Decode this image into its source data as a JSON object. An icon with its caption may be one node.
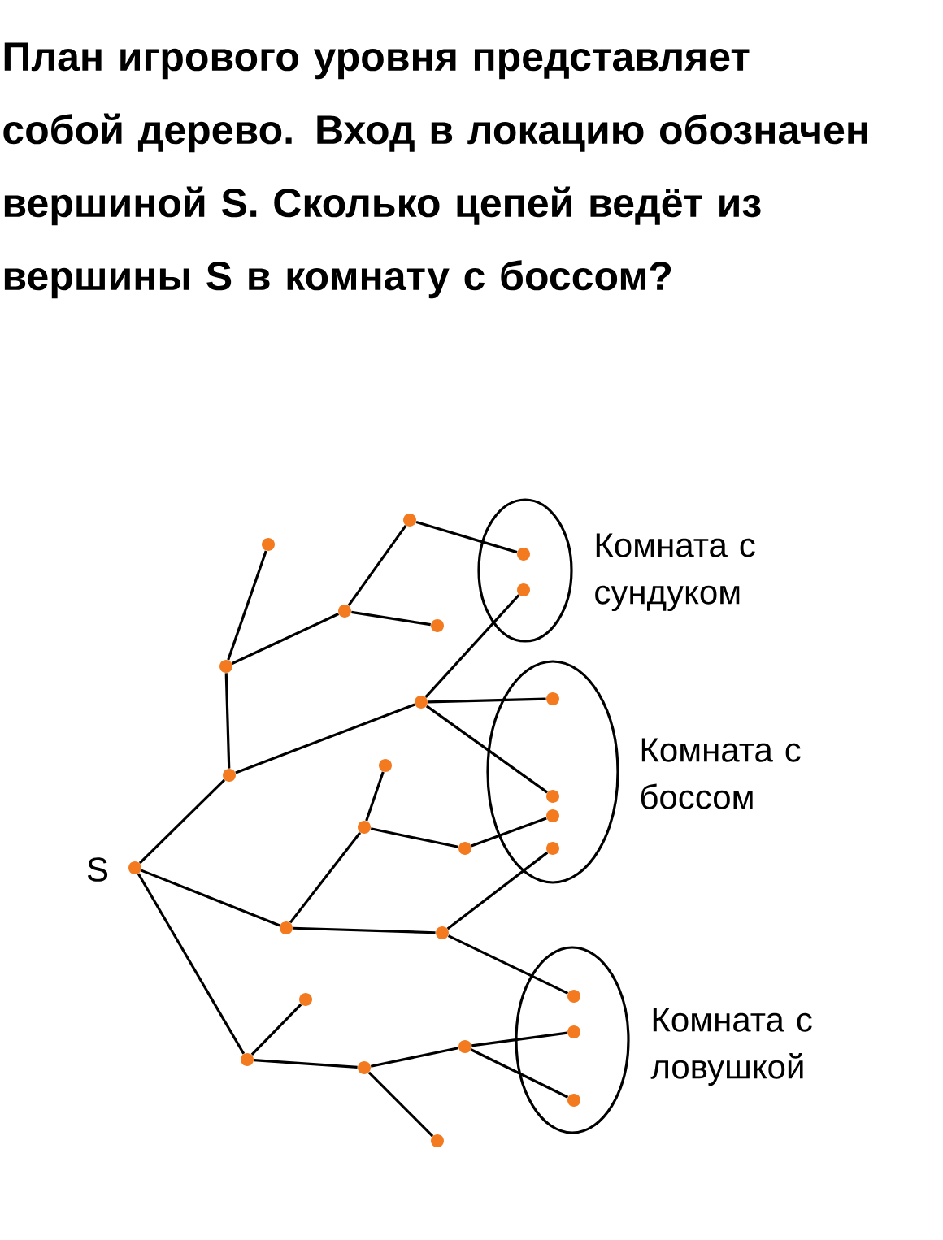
{
  "diagram": {
    "title": "План игрового уровня представляет собой дерево. Вход в локацию обозначен вершиной S. Сколько цепей ведёт из вершины S в комнату с боссом?",
    "nodes": [
      {
        "text": [],
        "shape": "dot",
        "beside": [
          "S"
        ]
      },
      {
        "text": [],
        "shape": "dot"
      },
      {
        "text": [],
        "shape": "dot"
      },
      {
        "text": [],
        "shape": "dot"
      },
      {
        "text": [],
        "shape": "dot"
      },
      {
        "text": [],
        "shape": "dot"
      },
      {
        "text": [],
        "shape": "dot"
      },
      {
        "text": [],
        "shape": "dot"
      },
      {
        "text": [],
        "shape": "dot"
      },
      {
        "text": [],
        "shape": "dot"
      },
      {
        "text": [],
        "shape": "dot"
      },
      {
        "text": [],
        "shape": "dot"
      },
      {
        "text": [],
        "shape": "dot"
      },
      {
        "text": [],
        "shape": "dot"
      },
      {
        "text": [],
        "shape": "dot"
      },
      {
        "text": [],
        "shape": "dot"
      },
      {
        "text": [],
        "shape": "dot"
      },
      {
        "text": [],
        "shape": "dot"
      },
      {
        "text": [],
        "shape": "ellipse",
        "beside": [
          "Комната с сундуком"
        ]
      },
      {
        "text": [],
        "shape": "dot",
        "in": 18
      },
      {
        "text": [],
        "shape": "dot",
        "in": 18
      },
      {
        "text": [],
        "shape": "ellipse",
        "beside": [
          "Комната с боссом"
        ]
      },
      {
        "text": [],
        "shape": "dot",
        "in": 21
      },
      {
        "text": [],
        "shape": "dot",
        "in": 21
      },
      {
        "text": [],
        "shape": "dot",
        "in": 21
      },
      {
        "text": [],
        "shape": "dot",
        "in": 21
      },
      {
        "text": [],
        "shape": "ellipse",
        "beside": [
          "Комната с ловушкой"
        ]
      },
      {
        "text": [],
        "shape": "dot",
        "in": 26
      },
      {
        "text": [],
        "shape": "dot",
        "in": 26
      },
      {
        "text": [],
        "shape": "dot",
        "in": 26
      }
    ],
    "edges": [
      {
        "from": 0,
        "to": 1,
        "arrow": "none"
      },
      {
        "from": 0,
        "to": 11,
        "arrow": "none"
      },
      {
        "from": 0,
        "to": 13,
        "arrow": "none"
      },
      {
        "from": 1,
        "to": 2,
        "arrow": "none"
      },
      {
        "from": 1,
        "to": 7,
        "arrow": "none"
      },
      {
        "from": 2,
        "to": 3,
        "arrow": "none"
      },
      {
        "from": 2,
        "to": 4,
        "arrow": "none"
      },
      {
        "from": 4,
        "to": 5,
        "arrow": "none"
      },
      {
        "from": 4,
        "to": 6,
        "arrow": "none"
      },
      {
        "from": 5,
        "to": 19,
        "arrow": "none"
      },
      {
        "from": 7,
        "to": 20,
        "arrow": "none"
      },
      {
        "from": 7,
        "to": 22,
        "arrow": "none"
      },
      {
        "from": 7,
        "to": 23,
        "arrow": "none"
      },
      {
        "from": 11,
        "to": 9,
        "arrow": "none"
      },
      {
        "from": 9,
        "to": 8,
        "arrow": "none"
      },
      {
        "from": 9,
        "to": 10,
        "arrow": "none"
      },
      {
        "from": 10,
        "to": 24,
        "arrow": "none"
      },
      {
        "from": 11,
        "to": 12,
        "arrow": "none"
      },
      {
        "from": 12,
        "to": 25,
        "arrow": "none"
      },
      {
        "from": 12,
        "to": 27,
        "arrow": "none"
      },
      {
        "from": 13,
        "to": 14,
        "arrow": "none"
      },
      {
        "from": 13,
        "to": 15,
        "arrow": "none"
      },
      {
        "from": 15,
        "to": 16,
        "arrow": "none"
      },
      {
        "from": 15,
        "to": 17,
        "arrow": "none"
      },
      {
        "from": 17,
        "to": 28,
        "arrow": "none"
      },
      {
        "from": 17,
        "to": 29,
        "arrow": "none"
      }
    ]
  }
}
